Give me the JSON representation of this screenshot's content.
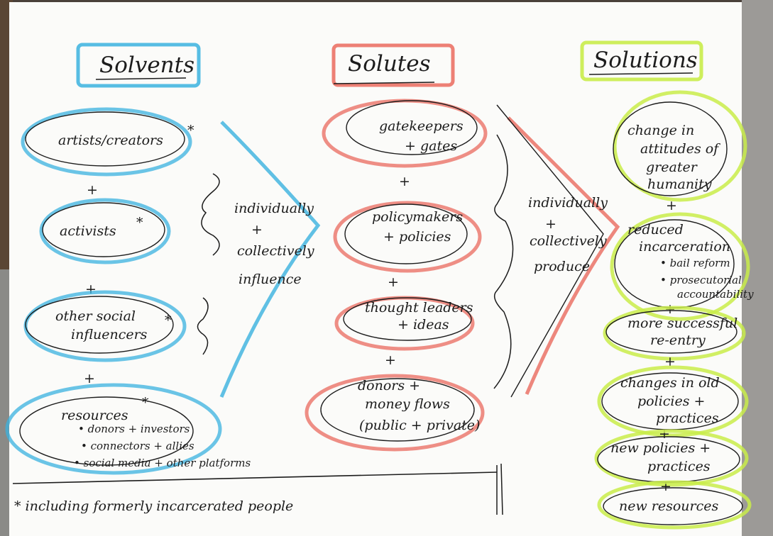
{
  "columns": {
    "solvents": {
      "title": "Solvents",
      "color": "#3ab2df",
      "items": [
        {
          "label": "artists/creators",
          "star": "*"
        },
        {
          "label": "activists",
          "star": "*"
        },
        {
          "line1": "other social",
          "line2": "influencers",
          "star": "*"
        },
        {
          "label": "resources",
          "star": "*",
          "sub": [
            "• donors + investors",
            "• connectors + allies",
            "• social media + other platforms"
          ]
        }
      ],
      "plus": "+",
      "bracket": {
        "line1": "individually",
        "plus": "+",
        "line2": "collectively",
        "line3": "influence"
      }
    },
    "solutes": {
      "title": "Solutes",
      "color": "#ea6a5e",
      "items": [
        {
          "line1": "gatekeepers",
          "line2": "+ gates"
        },
        {
          "line1": "policymakers",
          "line2": "+ policies"
        },
        {
          "line1": "thought leaders",
          "line2": "+ ideas"
        },
        {
          "line1": "donors +",
          "line2": "money flows",
          "line3": "(public + private)"
        }
      ],
      "plus": "+",
      "arrow": {
        "line1": "individually",
        "plus": "+",
        "line2": "collectively",
        "line3": "produce"
      }
    },
    "solutions": {
      "title": "Solutions",
      "color": "#c9ec4a",
      "items": [
        {
          "lines": [
            "change in",
            "attitudes of",
            "greater",
            "humanity"
          ]
        },
        {
          "lines": [
            "reduced",
            "incarceration",
            "• bail reform",
            "• prosecutorial",
            "accountability"
          ]
        },
        {
          "lines": [
            "more successful",
            "re-entry"
          ]
        },
        {
          "lines": [
            "changes in old",
            "policies +",
            "practices"
          ]
        },
        {
          "lines": [
            "new policies +",
            "practices"
          ]
        },
        {
          "lines": [
            "new resources"
          ]
        }
      ],
      "plus": "+"
    }
  },
  "footnote": "* including formerly incarcerated people"
}
